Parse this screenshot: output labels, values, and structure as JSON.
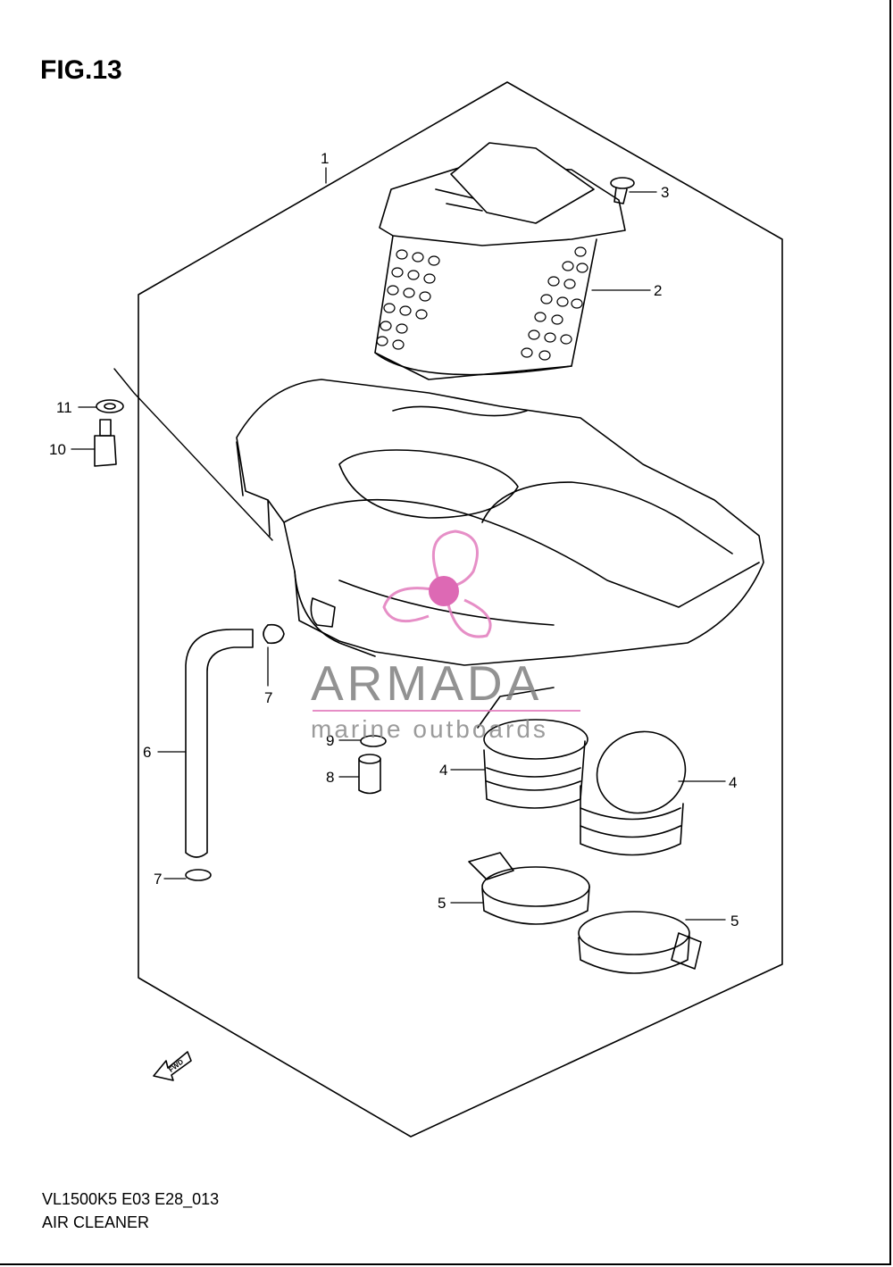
{
  "figure_title": "FIG.13",
  "model_code": "VL1500K5 E03 E28_013",
  "section_name": "AIR CLEANER",
  "callouts": [
    "1",
    "2",
    "3",
    "4",
    "4",
    "5",
    "5",
    "6",
    "7",
    "7",
    "8",
    "9",
    "10",
    "11"
  ],
  "fwd_label": "FWD",
  "watermark": {
    "brand": "ARMADA",
    "tagline": "marine outboards",
    "accent_color": "#e27bbd"
  }
}
